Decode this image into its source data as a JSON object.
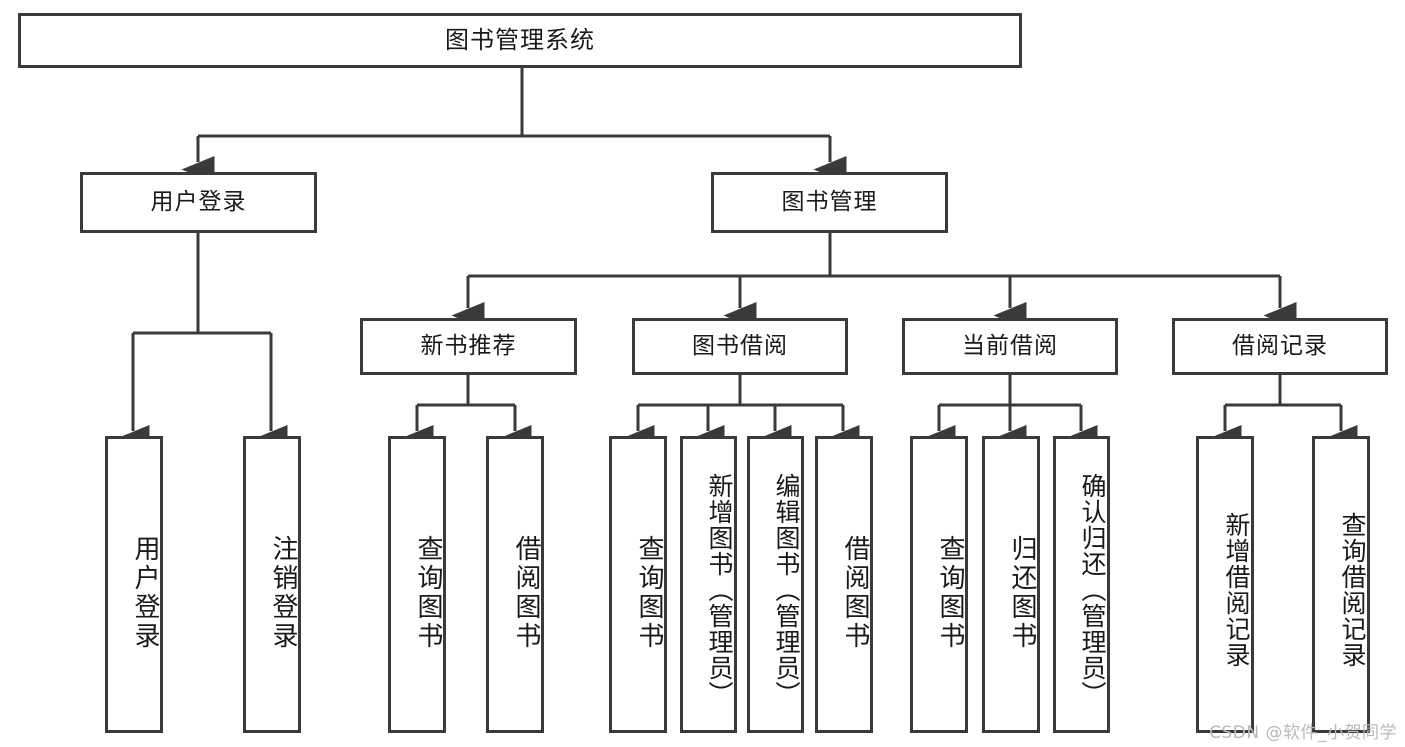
{
  "diagram": {
    "type": "tree-hierarchy",
    "title": "图书管理系统",
    "root": {
      "label": "图书管理系统"
    },
    "level2": [
      {
        "label": "用户登录"
      },
      {
        "label": "图书管理"
      }
    ],
    "level3": [
      {
        "label": "新书推荐"
      },
      {
        "label": "图书借阅"
      },
      {
        "label": "当前借阅"
      },
      {
        "label": "借阅记录"
      }
    ],
    "leaves": {
      "user_login": [
        {
          "label": "用户登录"
        },
        {
          "label": "注销登录"
        }
      ],
      "new_book_recommend": [
        {
          "label": "查询图书"
        },
        {
          "label": "借阅图书"
        }
      ],
      "book_borrow": [
        {
          "label": "查询图书"
        },
        {
          "label": "新增图书（管理员）"
        },
        {
          "label": "编辑图书（管理员）"
        },
        {
          "label": "借阅图书"
        }
      ],
      "current_borrow": [
        {
          "label": "查询图书"
        },
        {
          "label": "归还图书"
        },
        {
          "label": "确认归还（管理员）"
        }
      ],
      "borrow_record": [
        {
          "label": "新增借阅记录"
        },
        {
          "label": "查询借阅记录"
        }
      ]
    }
  },
  "watermark": {
    "text": "CSDN @软件_小贺同学"
  },
  "colors": {
    "stroke": "#3a3a3a",
    "background": "#ffffff",
    "text": "#1a1a1a",
    "watermark": "#b9b9b9"
  }
}
